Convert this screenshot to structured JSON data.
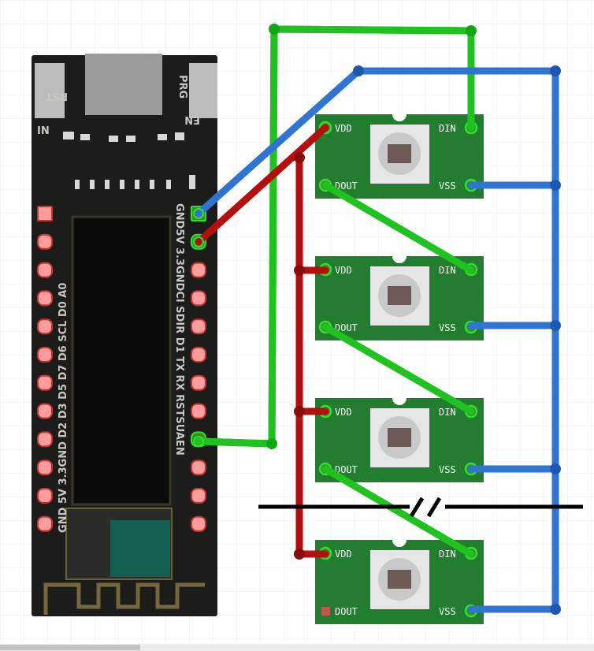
{
  "board": {
    "top_labels": {
      "rst": "RST",
      "prg": "PRG",
      "in": "IN",
      "en": "EN"
    },
    "right_pin_labels": "GND5V 3.3GNDCI SDIR D1 TX RX RSTSUAEN",
    "left_pin_labels": "GND 5V 3.3GND D2 D3 D5 D7 D6 SCL D0 A0"
  },
  "led_modules": [
    {
      "vdd": "VDD",
      "dout": "DOUT",
      "din": "DIN",
      "vss": "VSS"
    },
    {
      "vdd": "VDD",
      "dout": "DOUT",
      "din": "DIN",
      "vss": "VSS"
    },
    {
      "vdd": "VDD",
      "dout": "DOUT",
      "din": "DIN",
      "vss": "VSS"
    },
    {
      "vdd": "VDD",
      "dout": "DOUT",
      "din": "DIN",
      "vss": "VSS"
    }
  ],
  "colors": {
    "data_wire": "#1fc21f",
    "power_wire": "#b30f0f",
    "ground_wire": "#2f74d0",
    "pcb": "#227d2e"
  }
}
